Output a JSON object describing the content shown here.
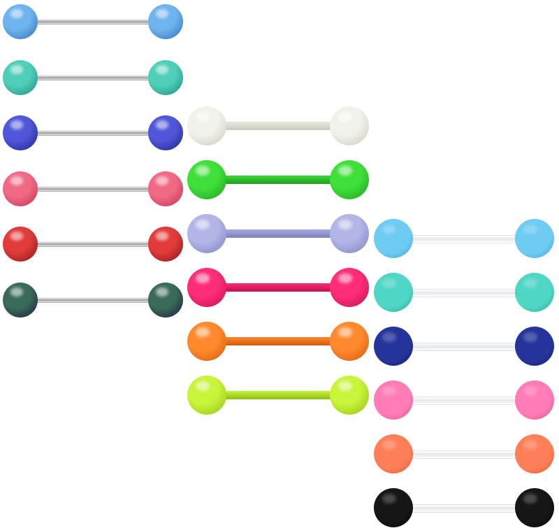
{
  "groups": [
    {
      "name": "metallic-barbells",
      "bar_style": "steel",
      "finish": "glossy",
      "items": [
        {
          "color": "#6fb4ee",
          "shade": "#2f6fb5"
        },
        {
          "color": "#4fcfb8",
          "shade": "#1f8b7a"
        },
        {
          "color": "#4f57d8",
          "shade": "#1c1f8a"
        },
        {
          "color": "#f06a86",
          "shade": "#c0304e"
        },
        {
          "color": "#e23b3b",
          "shade": "#8a1414"
        },
        {
          "color": "#3a6a5a",
          "shade": "#1b1b3a"
        }
      ]
    },
    {
      "name": "flexible-colored-barbells",
      "bar_style": "acrylic",
      "finish": "glossy",
      "items": [
        {
          "color": "#f2f2ec",
          "shade": "#c9c9bd",
          "bar": "#e8e8e0"
        },
        {
          "color": "#3fe03a",
          "shade": "#1f9e1b",
          "bar": "#3ed83a"
        },
        {
          "color": "#b2b5e6",
          "shade": "#7c80bd",
          "bar": "#a9acdf"
        },
        {
          "color": "#ff2d78",
          "shade": "#c20f4f",
          "bar": "#ff2b74"
        },
        {
          "color": "#ff8a2e",
          "shade": "#d05c0a",
          "bar": "#ff8630"
        },
        {
          "color": "#c8f53a",
          "shade": "#8fbf14",
          "bar": "#c6f23a"
        }
      ]
    },
    {
      "name": "clear-bar-barbells",
      "bar_style": "clear",
      "finish": "matte",
      "items": [
        {
          "color": "#6ecbf2",
          "shade": "#3d9fd0"
        },
        {
          "color": "#4fd6c4",
          "shade": "#25a595"
        },
        {
          "color": "#24349a",
          "shade": "#121c66"
        },
        {
          "color": "#ff7cb6",
          "shade": "#e04c90"
        },
        {
          "color": "#ff7f59",
          "shade": "#d9542e"
        },
        {
          "color": "#161616",
          "shade": "#000000"
        }
      ]
    }
  ]
}
